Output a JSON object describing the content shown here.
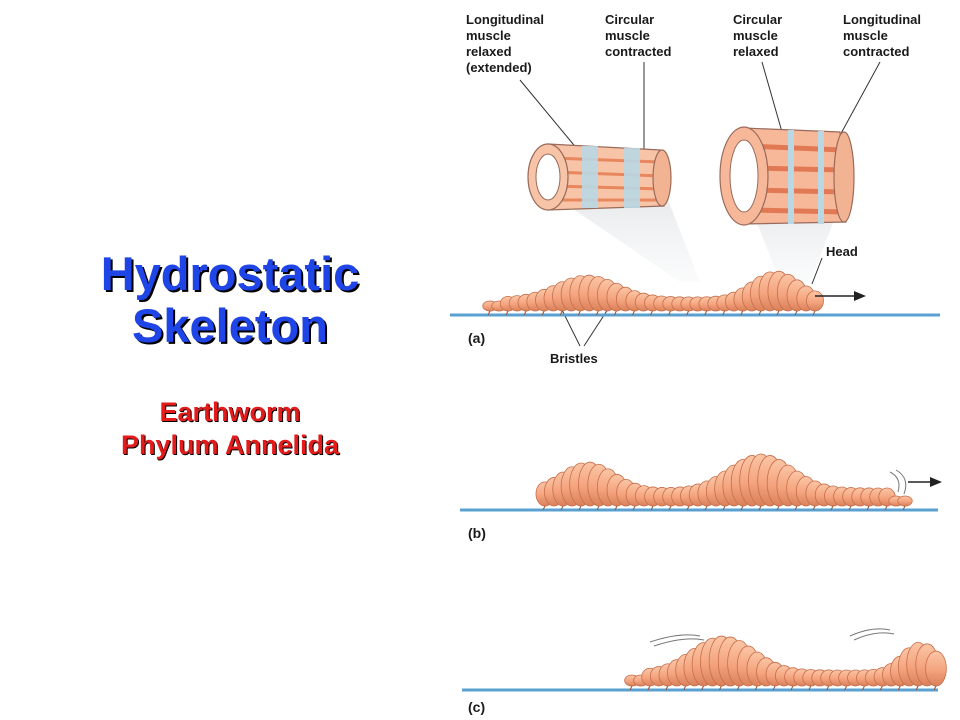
{
  "slide": {
    "title_lines": [
      "Hydrostatic",
      "Skeleton"
    ],
    "subtitle_lines": [
      "Earthworm",
      "Phylum Annelida"
    ]
  },
  "figure": {
    "callouts": [
      {
        "lines": [
          "Longitudinal",
          "muscle",
          "relaxed",
          "(extended)"
        ]
      },
      {
        "lines": [
          "Circular",
          "muscle",
          "contracted"
        ]
      },
      {
        "lines": [
          "Circular",
          "muscle",
          "relaxed"
        ]
      },
      {
        "lines": [
          "Longitudinal",
          "muscle",
          "contracted"
        ]
      }
    ],
    "head_label": "Head",
    "bristles_label": "Bristles",
    "panels": [
      "(a)",
      "(b)",
      "(c)"
    ]
  },
  "colors": {
    "title": "#1f45e6",
    "subtitle": "#e31b1b",
    "worm_fill": "#f4a47e",
    "worm_stroke": "#c86d4a",
    "ground": "#5aa0d0",
    "circular_band": "#b9d8e4"
  }
}
